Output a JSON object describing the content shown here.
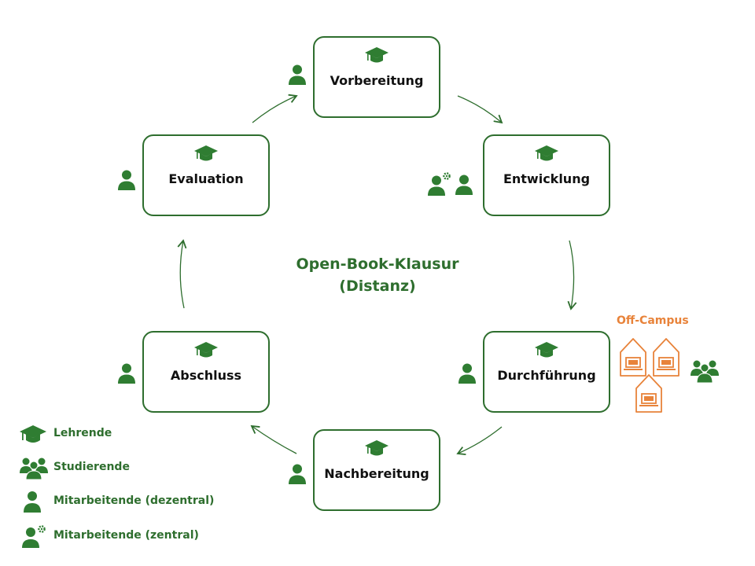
{
  "center_title": [
    "Open-Book-Klausur",
    "(Distanz)"
  ],
  "phases": {
    "vorbereitung": "Vorbereitung",
    "entwicklung": "Entwicklung",
    "durchfuehrung": "Durchführung",
    "nachbereitung": "Nachbereitung",
    "abschluss": "Abschluss",
    "evaluation": "Evaluation"
  },
  "off_campus": "Off-Campus",
  "legend": {
    "lehrende": "Lehrende",
    "studierende": "Studierende",
    "mitarbeitende_dezentral": "Mitarbeitende (dezentral)",
    "mitarbeitende_zentral": "Mitarbeitende (zentral)"
  },
  "colors": {
    "green": "#2e6e2e",
    "icon_green": "#2f7d32",
    "orange": "#e8833a"
  }
}
